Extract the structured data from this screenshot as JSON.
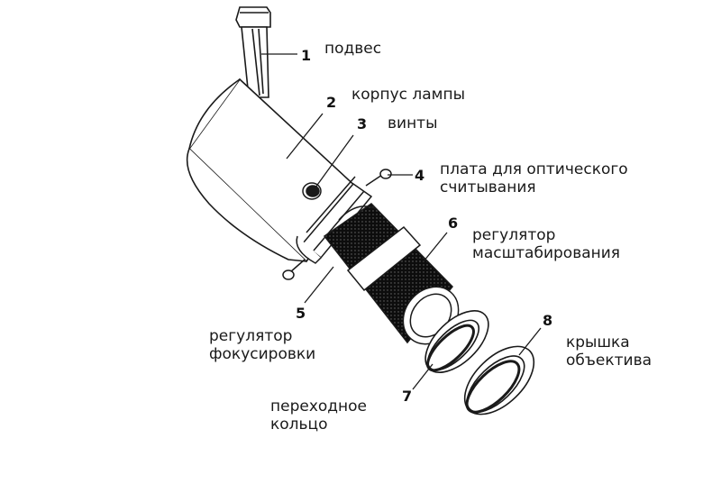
{
  "labels": {
    "suspension": "подвес",
    "lamp_body": "корпус лампы",
    "screws": "винты",
    "optical_board_1": "плата для оптического",
    "optical_board_2": "считывания",
    "zoom_1": "регулятор",
    "zoom_2": "масштабирования",
    "focus_1": "регулятор",
    "focus_2": "фокусировки",
    "adapter_1": "переходное",
    "adapter_2": "кольцо",
    "lens_cap_1": "крышка",
    "lens_cap_2": "объектива"
  },
  "numbers": {
    "n1": "1",
    "n2": "2",
    "n3": "3",
    "n4": "4",
    "n5": "5",
    "n6": "6",
    "n7": "7",
    "n8": "8"
  },
  "colors": {
    "line": "#1a1a1a",
    "knurl": "#111111",
    "body_fill": "#ffffff"
  }
}
